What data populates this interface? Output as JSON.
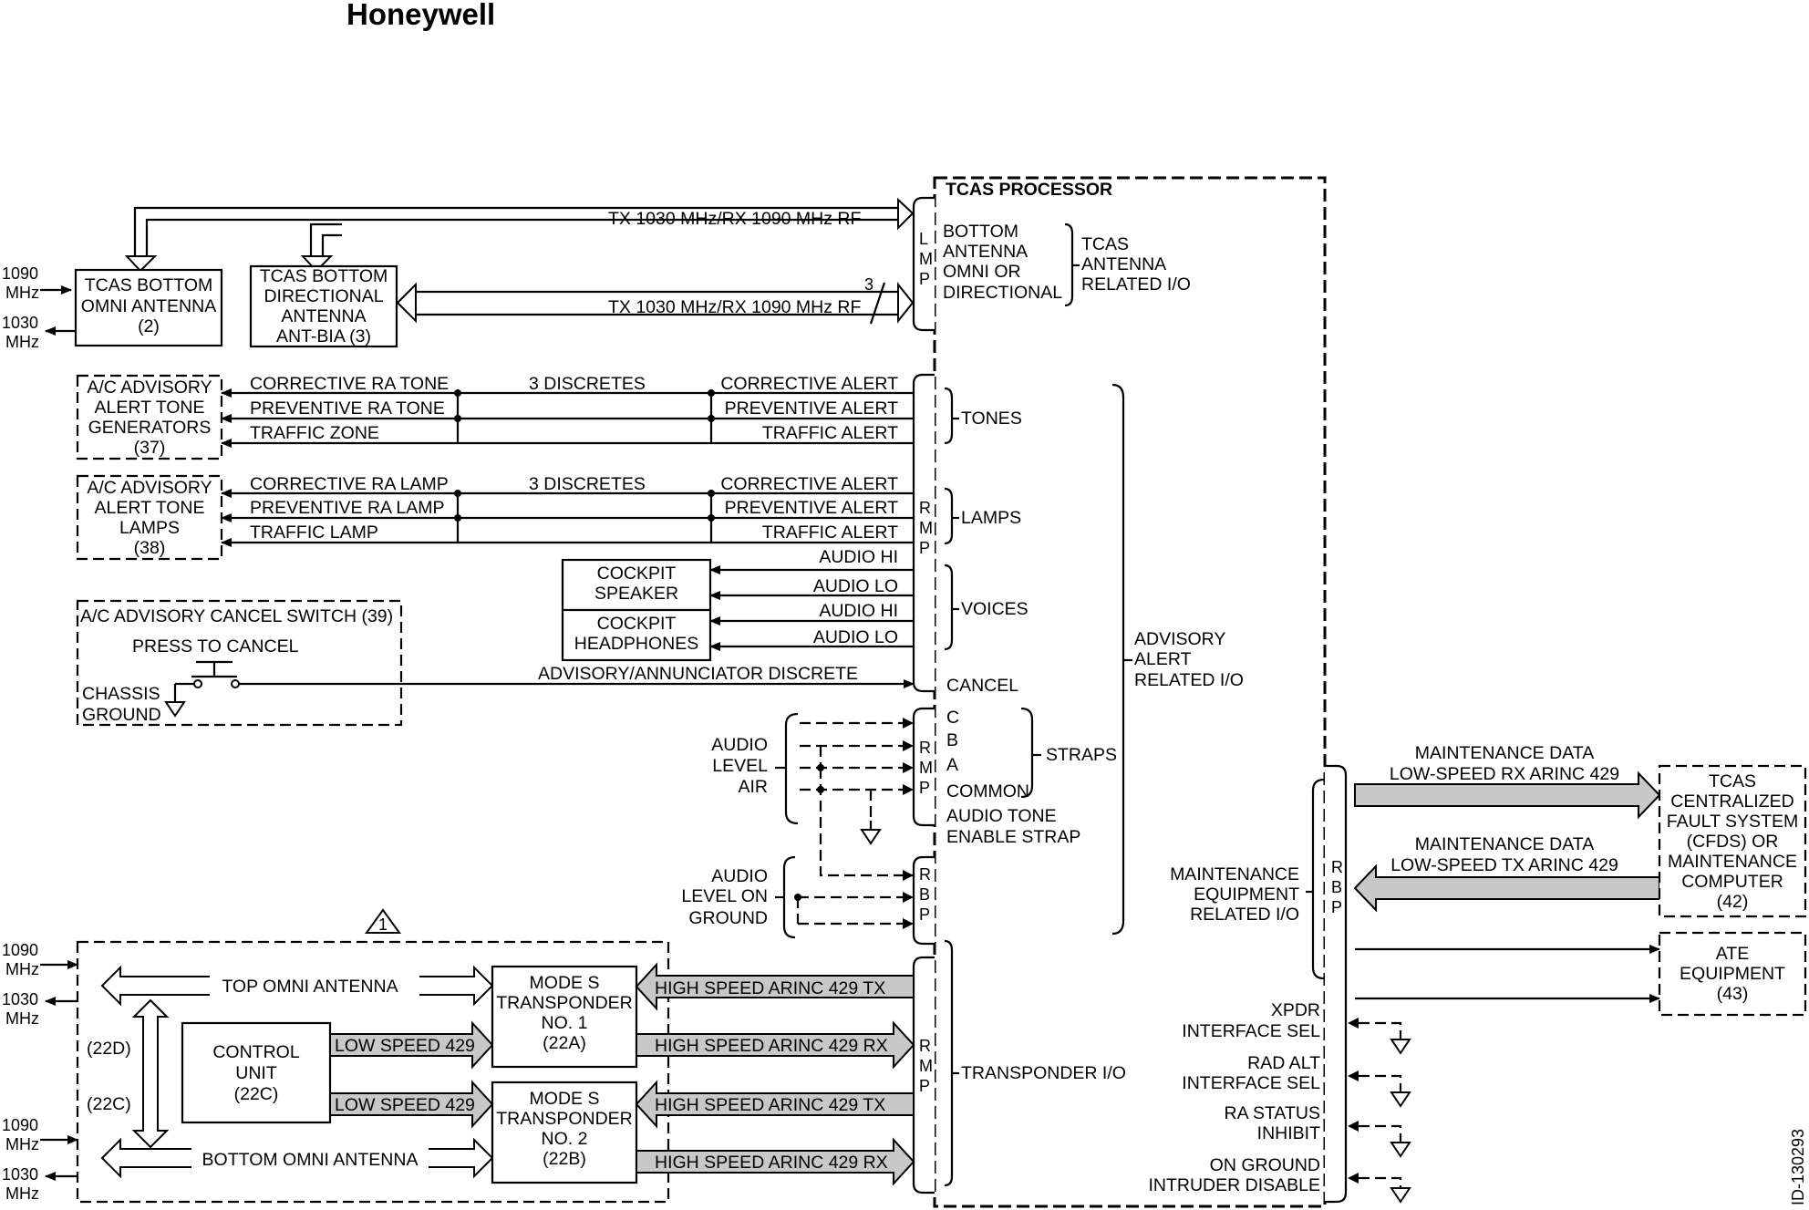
{
  "logo": "Honeywell",
  "figure_id": "ID-130293",
  "processor": {
    "title": "TCAS PROCESSOR",
    "lmp": [
      "L",
      "M",
      "P"
    ],
    "rmp": [
      "R",
      "M",
      "P"
    ],
    "rbp": [
      "R",
      "B",
      "P"
    ]
  },
  "antenna_io": {
    "lines": [
      "BOTTOM",
      "ANTENNA",
      "OMNI OR",
      "DIRECTIONAL"
    ],
    "group": [
      "TCAS",
      "ANTENNA",
      "RELATED I/O"
    ],
    "rf1": "TX 1030 MHz/RX 1090 MHz RF",
    "rf2": "TX 1030 MHz/RX 1090 MHz RF",
    "rf2_count": "3"
  },
  "left_freqs": {
    "f1": [
      "1090",
      "MHz"
    ],
    "f2": [
      "1030",
      "MHz"
    ],
    "f3": [
      "1090",
      "MHz"
    ],
    "f4": [
      "1030",
      "MHz"
    ],
    "f5": [
      "1090",
      "MHz"
    ],
    "f6": [
      "1030",
      "MHz"
    ]
  },
  "bottom_omni": [
    "TCAS BOTTOM",
    "OMNI ANTENNA",
    "(2)"
  ],
  "bottom_dir": [
    "TCAS BOTTOM",
    "DIRECTIONAL",
    "ANTENNA",
    "ANT-BIA (3)"
  ],
  "tone_gen": [
    "A/C ADVISORY",
    "ALERT TONE",
    "GENERATORS",
    "(37)"
  ],
  "tone_lamps": [
    "A/C ADVISORY",
    "ALERT TONE",
    "LAMPS",
    "(38)"
  ],
  "tones": {
    "left": [
      "CORRECTIVE RA TONE",
      "PREVENTIVE RA TONE",
      "TRAFFIC ZONE"
    ],
    "mid": "3 DISCRETES",
    "right": [
      "CORRECTIVE ALERT",
      "PREVENTIVE ALERT",
      "TRAFFIC ALERT"
    ],
    "group": "TONES"
  },
  "lamps": {
    "left": [
      "CORRECTIVE RA LAMP",
      "PREVENTIVE RA LAMP",
      "TRAFFIC LAMP"
    ],
    "mid": "3 DISCRETES",
    "right": [
      "CORRECTIVE ALERT",
      "PREVENTIVE ALERT",
      "TRAFFIC ALERT"
    ],
    "group": "LAMPS"
  },
  "cockpit": {
    "speaker": [
      "COCKPIT",
      "SPEAKER"
    ],
    "headphones": [
      "COCKPIT",
      "HEADPHONES"
    ],
    "audio": [
      "AUDIO HI",
      "AUDIO LO",
      "AUDIO HI",
      "AUDIO LO"
    ],
    "group": "VOICES"
  },
  "cancel_switch": {
    "title": "A/C ADVISORY CANCEL SWITCH (39)",
    "press": "PRESS TO CANCEL",
    "ground": [
      "CHASSIS",
      "GROUND"
    ],
    "discrete": "ADVISORY/ANNUNCIATOR DISCRETE",
    "pin": "CANCEL"
  },
  "straps": {
    "pins": [
      "C",
      "B",
      "A",
      "COMMON"
    ],
    "group": "STRAPS",
    "enable": [
      "AUDIO TONE",
      "ENABLE STRAP"
    ],
    "level_air": [
      "AUDIO",
      "LEVEL",
      "AIR"
    ],
    "level_ground": [
      "AUDIO",
      "LEVEL ON",
      "GROUND"
    ]
  },
  "advisory_group": [
    "ADVISORY",
    "ALERT",
    "RELATED I/O"
  ],
  "note_marker": "1",
  "transponder": {
    "top_omni": "TOP OMNI ANTENNA",
    "bottom_omni": "BOTTOM OMNI ANTENNA",
    "x1": [
      "MODE S",
      "TRANSPONDER",
      "NO. 1",
      "(22A)"
    ],
    "x2": [
      "MODE S",
      "TRANSPONDER",
      "NO. 2",
      "(22B)"
    ],
    "control": [
      "CONTROL",
      "UNIT",
      "(22C)"
    ],
    "side_22d": "(22D)",
    "side_22c": "(22C)",
    "low1": "LOW SPEED 429",
    "low2": "LOW SPEED 429",
    "hs": [
      "HIGH SPEED ARINC 429 TX",
      "HIGH SPEED ARINC 429 RX",
      "HIGH SPEED ARINC 429 TX",
      "HIGH SPEED ARINC 429 RX"
    ],
    "group": "TRANSPONDER I/O"
  },
  "maintenance": {
    "rx_label": [
      "MAINTENANCE DATA",
      "LOW-SPEED RX ARINC 429"
    ],
    "tx_label": [
      "MAINTENANCE DATA",
      "LOW-SPEED TX ARINC 429"
    ],
    "cfds": [
      "TCAS",
      "CENTRALIZED",
      "FAULT SYSTEM",
      "(CFDS) OR",
      "MAINTENANCE",
      "COMPUTER",
      "(42)"
    ],
    "ate": [
      "ATE",
      "EQUIPMENT",
      "(43)"
    ],
    "group": [
      "MAINTENANCE",
      "EQUIPMENT",
      "RELATED I/O"
    ]
  },
  "straps_bottom": [
    [
      "XPDR",
      "INTERFACE SEL"
    ],
    [
      "RAD ALT",
      "INTERFACE SEL"
    ],
    [
      "RA STATUS",
      "INHIBIT"
    ],
    [
      "ON GROUND",
      "INTRUDER DISABLE"
    ]
  ]
}
